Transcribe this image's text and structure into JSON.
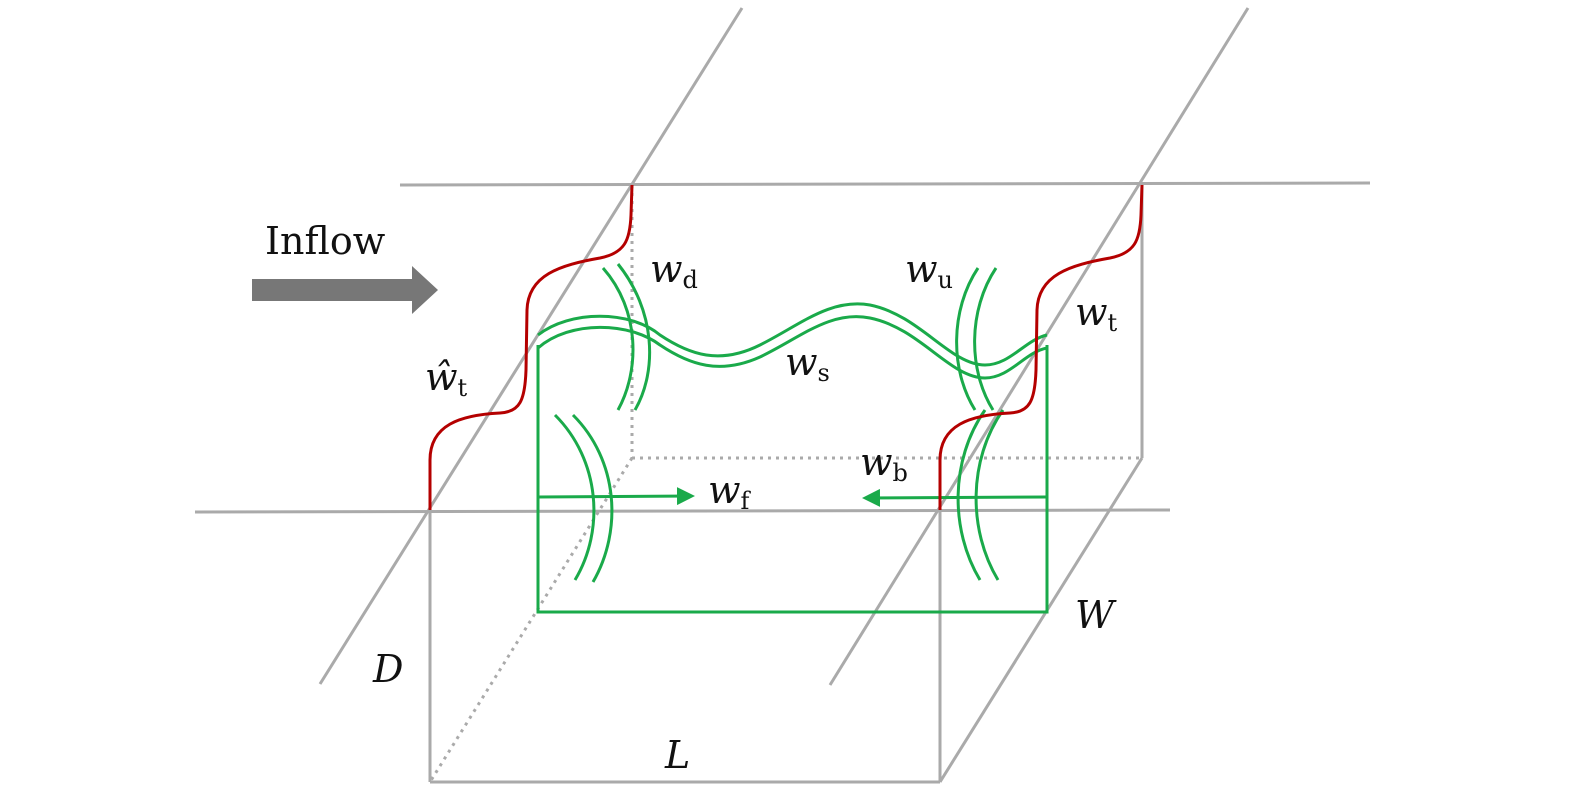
{
  "diagram": {
    "inflow_label": "Inflow",
    "labels": {
      "w_d": {
        "base": "w",
        "sub": "d"
      },
      "w_u": {
        "base": "w",
        "sub": "u"
      },
      "w_t": {
        "base": "w",
        "sub": "t"
      },
      "w_hat_t": {
        "base": "ŵ",
        "sub": "t"
      },
      "w_s": {
        "base": "w",
        "sub": "s"
      },
      "w_b": {
        "base": "w",
        "sub": "b"
      },
      "w_f": {
        "base": "w",
        "sub": "f"
      },
      "W": "W",
      "D": "D",
      "L": "L"
    },
    "colors": {
      "structure": "#aaaaaa",
      "wake_regions": "#1aaa4a",
      "turbulent_profile": "#b40000",
      "inflow_arrow": "#777777"
    }
  }
}
